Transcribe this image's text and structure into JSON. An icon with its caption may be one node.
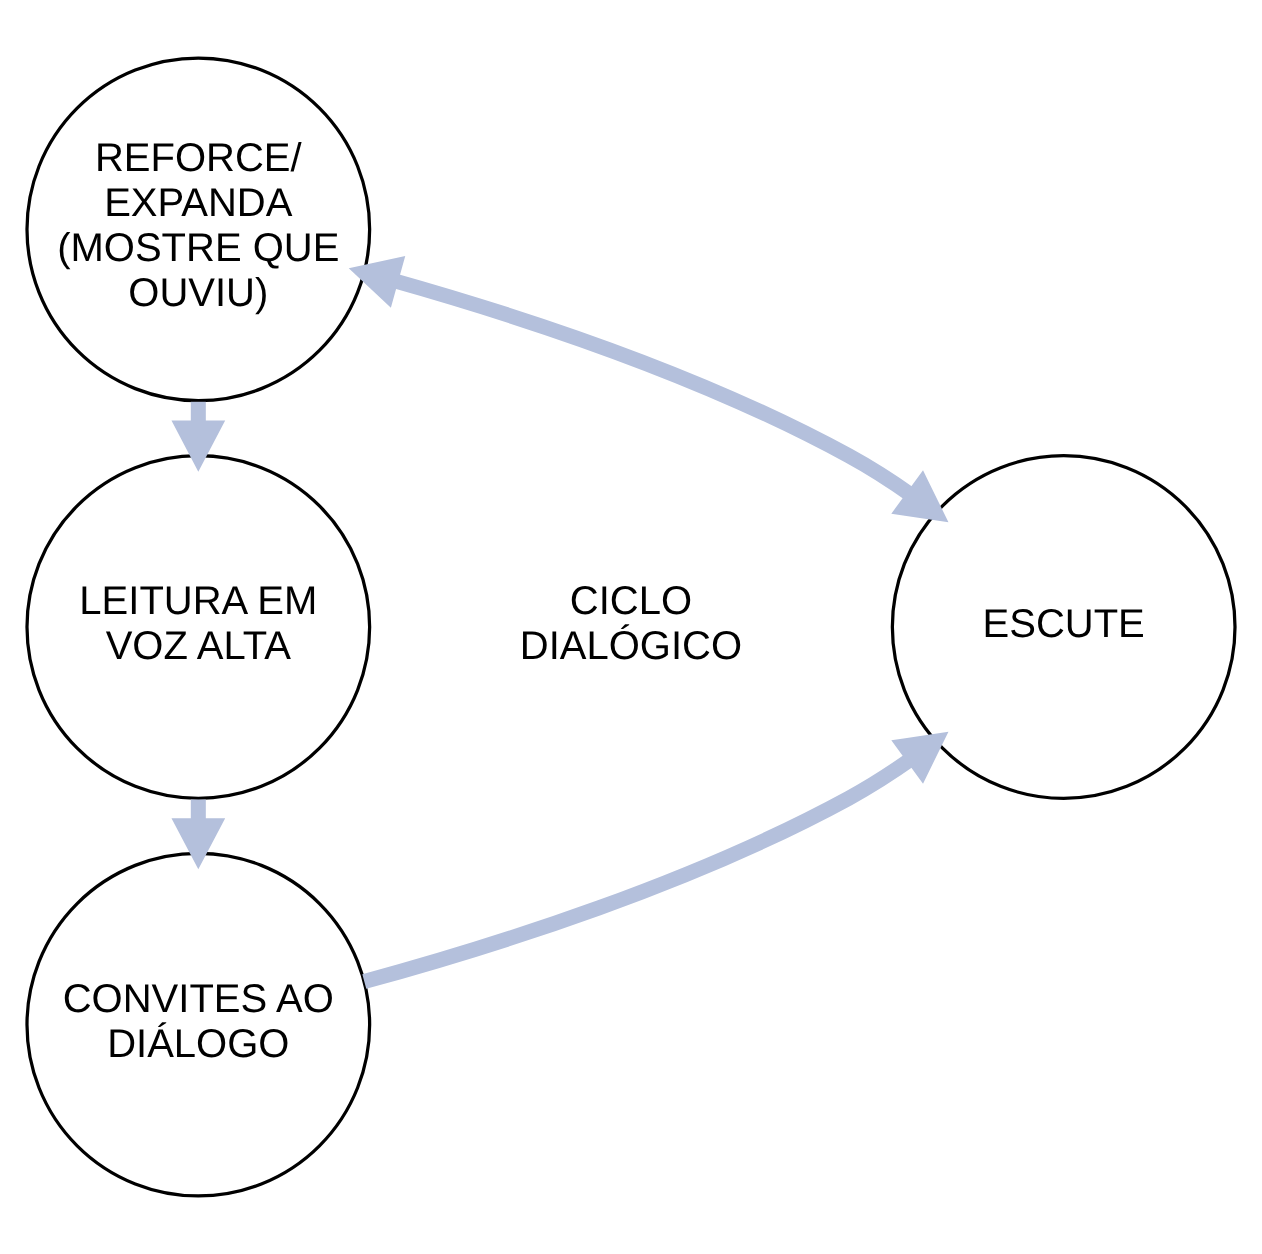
{
  "diagram": {
    "nodes": [
      {
        "text": [
          "REFORCE/ EXPANDA (MOSTRE QUE OUVIU)"
        ]
      },
      {
        "text": [
          "LEITURA EM VOZ ALTA"
        ]
      },
      {
        "text": [
          "ESCUTE"
        ]
      },
      {
        "text": [
          "CONVITES AO DIÁLOGO"
        ]
      }
    ],
    "edges": [
      {
        "from": 0,
        "to": 1,
        "arrow": "to"
      },
      {
        "from": 1,
        "to": 3,
        "arrow": "to"
      },
      {
        "from": 3,
        "to": 2,
        "arrow": "to"
      },
      {
        "from": 2,
        "to": 0,
        "arrow": "both"
      }
    ],
    "labels": [
      "CICLO DIALÓGICO"
    ]
  }
}
